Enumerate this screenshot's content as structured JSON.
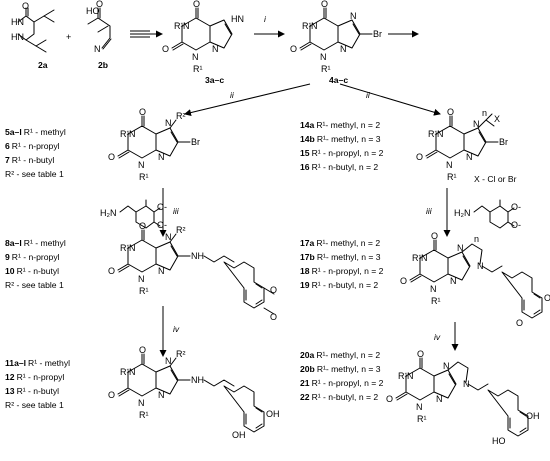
{
  "compounds": {
    "c2a": "2a",
    "c2b": "2b",
    "c3": "3a–c",
    "c4": "4a–c",
    "c5": "5a–l",
    "c6": "6",
    "c7": "7",
    "c8": "8a–l",
    "c9": "9",
    "c10": "10",
    "c11": "11a–l",
    "c12": "12",
    "c13": "13",
    "c14a": "14a",
    "c14b": "14b",
    "c15": "15",
    "c16": "16",
    "c17a": "17a",
    "c17b": "17b",
    "c18": "18",
    "c19": "19",
    "c20a": "20a",
    "c20b": "20b",
    "c21": "21",
    "c22": "22"
  },
  "subst": {
    "methyl": "R¹ - methyl",
    "npropyl": "R¹ - n-propyl",
    "nbutyl": "R¹ - n-butyl",
    "r2table": "R² - see table 1",
    "methyl_n2": "R¹- methyl, n = 2",
    "methyl_n3": "R¹- methyl, n = 3",
    "npropyl_n2": "R¹ - n-propyl, n = 2",
    "nbutyl_n2": "R¹ - n-butyl, n = 2",
    "x_def": "X - Cl or Br"
  },
  "steps": {
    "i": "i",
    "ii": "ii",
    "iii": "iii",
    "iv": "iv"
  },
  "labels": {
    "o": "O",
    "n": "N",
    "hn": "HN",
    "nh": "NH",
    "h2n": "H₂N",
    "ho": "HO",
    "oh": "OH",
    "om": "O-",
    "br": "Br",
    "r1": "R¹",
    "r2": "R²",
    "x": "X",
    "nsub": "n",
    "plus": "+"
  }
}
